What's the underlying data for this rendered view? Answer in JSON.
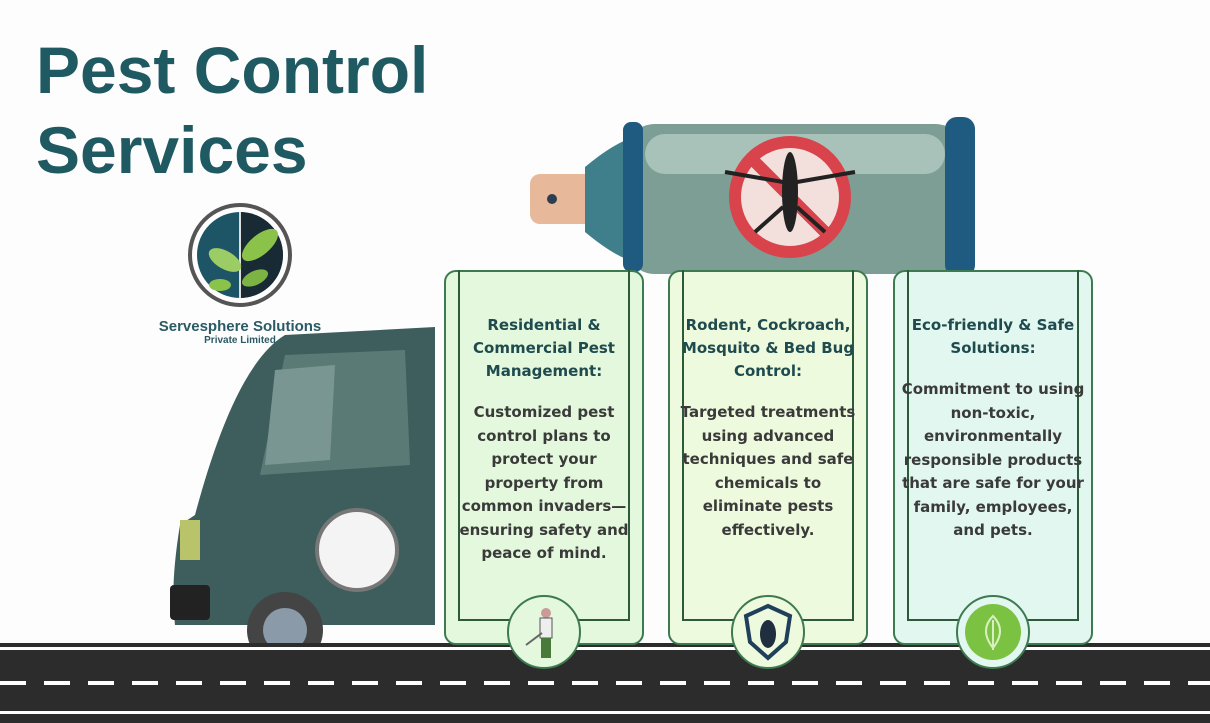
{
  "title": {
    "line1": "Pest Control",
    "line2": "Services"
  },
  "logo": {
    "company": "Servesphere Solutions",
    "subtitle": "Private Limited"
  },
  "cards": [
    {
      "heading": "Residential & Commercial Pest Management:",
      "body": "Customized pest control plans to protect your property from common invaders—ensuring safety and peace of mind.",
      "icon": "sprayer-worker-icon",
      "bg": "#e3f8dc"
    },
    {
      "heading": "Rodent, Cockroach, Mosquito & Bed Bug Control:",
      "body": "Targeted treatments using advanced techniques and safe chemicals to eliminate pests effectively.",
      "icon": "cockroach-shield-icon",
      "bg": "#eefadd"
    },
    {
      "heading": "Eco-friendly & Safe Solutions:",
      "body": "Commitment to using non-toxic, environmentally responsible products that are safe for your family, employees, and pets.",
      "icon": "leaf-icon",
      "bg": "#e1f7ef"
    }
  ],
  "colors": {
    "title": "#1f5a63",
    "border": "#3d7a50"
  }
}
